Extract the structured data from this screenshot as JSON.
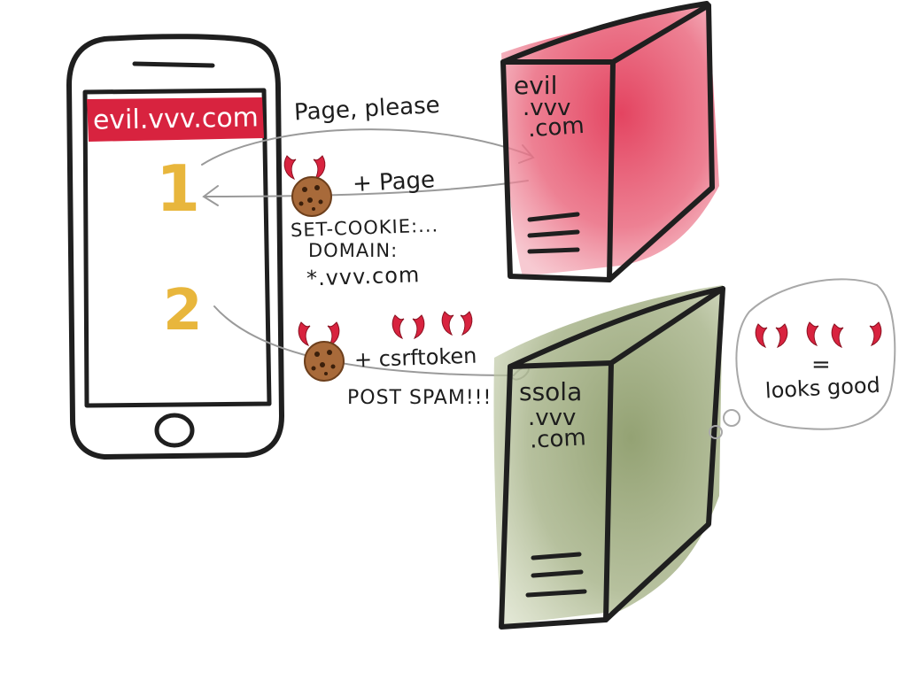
{
  "phone": {
    "address_bar": "evil.vvv.com",
    "step_1": "1",
    "step_2": "2"
  },
  "flow": {
    "request_1": "Page, please",
    "response_1": "+ Page",
    "set_cookie_line1": "SET-COOKIE:...",
    "set_cookie_line2": "DOMAIN:",
    "set_cookie_line3": "*.vvv.com",
    "request_2": "+ csrftoken",
    "post_spam": "POST SPAM!!!"
  },
  "servers": {
    "evil_server": {
      "line1": "evil",
      "line2": ".vvv",
      "line3": ".com",
      "color": "#e0485e"
    },
    "ssola_server": {
      "line1": "ssola",
      "line2": ".vvv",
      "line3": ".com",
      "color": "#9aa878"
    }
  },
  "thought_bubble": {
    "equals": "=",
    "text": "looks good"
  },
  "colors": {
    "devil_red": "#d8233f",
    "cookie": "#a86a3a",
    "number_gold": "#e8b63c"
  }
}
